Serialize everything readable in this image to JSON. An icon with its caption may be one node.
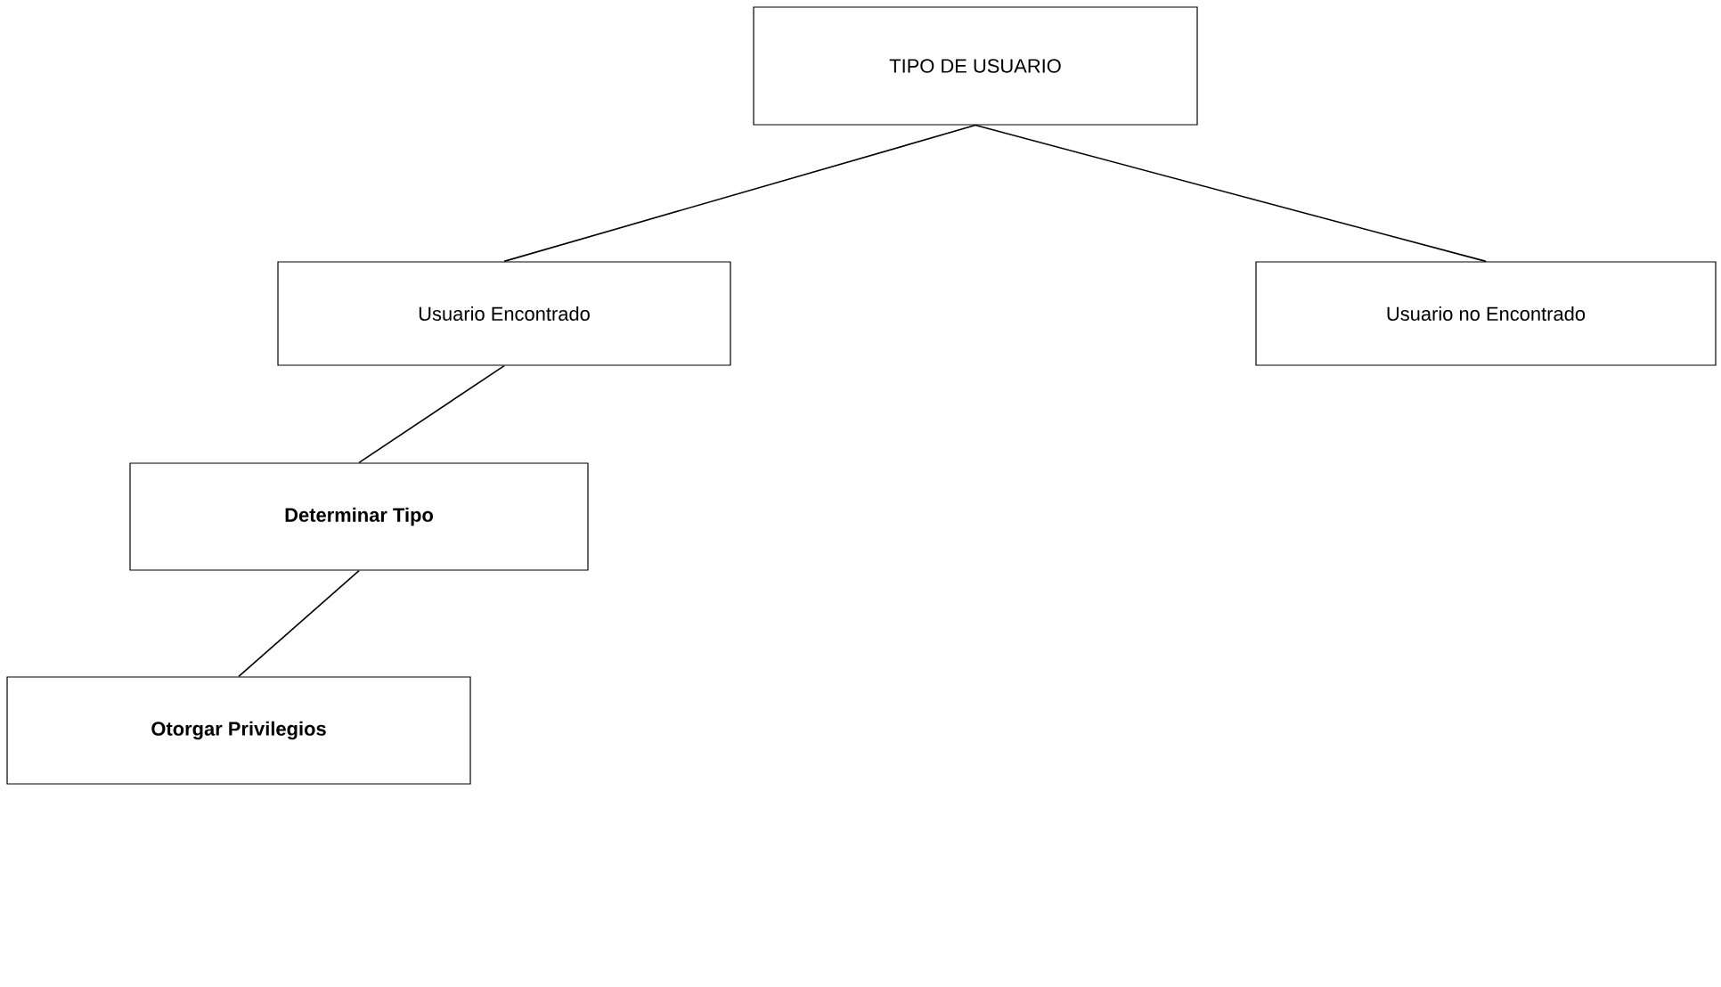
{
  "diagram": {
    "nodes": [
      {
        "text": [
          "TIPO DE USUARIO"
        ]
      },
      {
        "text": [
          "Usuario Encontrado"
        ]
      },
      {
        "text": [
          "Usuario no Encontrado"
        ]
      },
      {
        "text": [
          "Determinar Tipo"
        ]
      },
      {
        "text": [
          "Otorgar Privilegios"
        ]
      }
    ],
    "edges": [
      {
        "from": 0,
        "to": 1,
        "arrow": "none"
      },
      {
        "from": 0,
        "to": 2,
        "arrow": "none"
      },
      {
        "from": 1,
        "to": 3,
        "arrow": "none"
      },
      {
        "from": 3,
        "to": 4,
        "arrow": "none"
      }
    ]
  }
}
